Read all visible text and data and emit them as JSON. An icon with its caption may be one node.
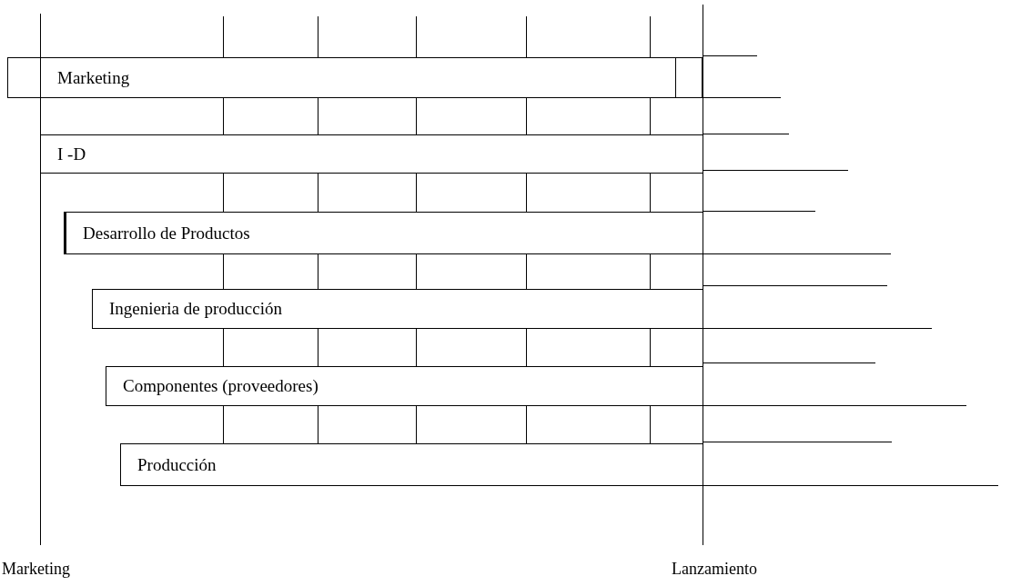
{
  "diagram": {
    "nodes": [
      {
        "text": [
          "Marketing"
        ]
      },
      {
        "text": [
          "I -D"
        ]
      },
      {
        "text": [
          "Desarrollo de Productos"
        ]
      },
      {
        "text": [
          "Ingenieria de producción"
        ]
      },
      {
        "text": [
          "Componentes (proveedores)"
        ]
      },
      {
        "text": [
          "Producción"
        ]
      }
    ],
    "labels": [
      "Marketing",
      "Lanzamiento"
    ]
  }
}
